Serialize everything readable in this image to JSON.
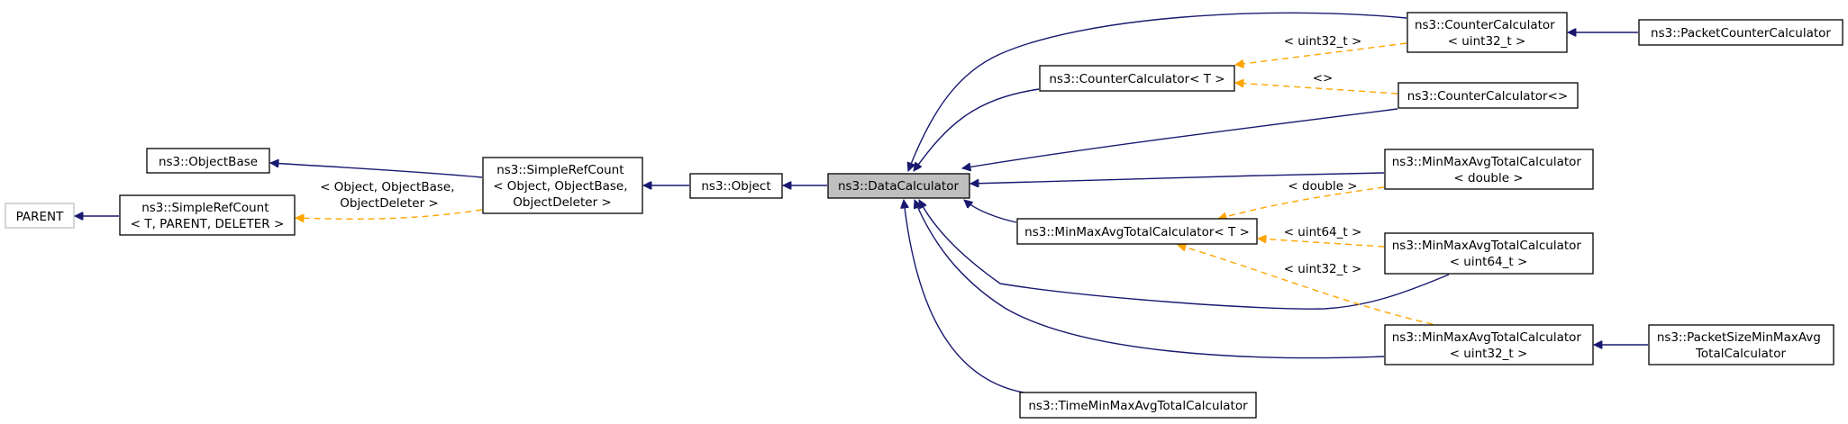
{
  "nodes": {
    "parent": {
      "lines": [
        "PARENT"
      ]
    },
    "object_base": {
      "lines": [
        "ns3::ObjectBase"
      ]
    },
    "simple_ref_count_tmpl": {
      "lines": [
        "ns3::SimpleRefCount",
        "< T, PARENT, DELETER >"
      ]
    },
    "simple_ref_count": {
      "lines": [
        "ns3::SimpleRefCount",
        "< Object, ObjectBase,",
        "ObjectDeleter >"
      ]
    },
    "object": {
      "lines": [
        "ns3::Object"
      ]
    },
    "data_calculator": {
      "lines": [
        "ns3::DataCalculator"
      ]
    },
    "counter_calculator_t": {
      "lines": [
        "ns3::CounterCalculator< T >"
      ]
    },
    "counter_calculator_uint32": {
      "lines": [
        "ns3::CounterCalculator",
        "< uint32_t >"
      ]
    },
    "packet_counter_calculator": {
      "lines": [
        "ns3::PacketCounterCalculator"
      ]
    },
    "counter_calculator_default": {
      "lines": [
        "ns3::CounterCalculator<>"
      ]
    },
    "minmax_double": {
      "lines": [
        "ns3::MinMaxAvgTotalCalculator",
        "< double >"
      ]
    },
    "minmax_t": {
      "lines": [
        "ns3::MinMaxAvgTotalCalculator< T >"
      ]
    },
    "minmax_uint64": {
      "lines": [
        "ns3::MinMaxAvgTotalCalculator",
        "< uint64_t >"
      ]
    },
    "minmax_uint32": {
      "lines": [
        "ns3::MinMaxAvgTotalCalculator",
        "< uint32_t >"
      ]
    },
    "packet_size_minmax": {
      "lines": [
        "ns3::PacketSizeMinMaxAvg",
        "TotalCalculator"
      ]
    },
    "time_minmax": {
      "lines": [
        "ns3::TimeMinMaxAvgTotalCalculator"
      ]
    }
  },
  "edge_labels": {
    "object_tmpl": [
      "< Object, ObjectBase,",
      "ObjectDeleter >"
    ],
    "uint32_counter": [
      "< uint32_t >"
    ],
    "empty_counter": [
      "<>"
    ],
    "double_minmax": [
      "< double >"
    ],
    "uint64_minmax": [
      "< uint64_t >"
    ],
    "uint32_minmax": [
      "< uint32_t >"
    ]
  },
  "colors": {
    "inheritance": "#191970",
    "template_instantiation": "#ffa500",
    "focus_fill": "#bfbfbf",
    "external_border": "#bfbfbf"
  }
}
